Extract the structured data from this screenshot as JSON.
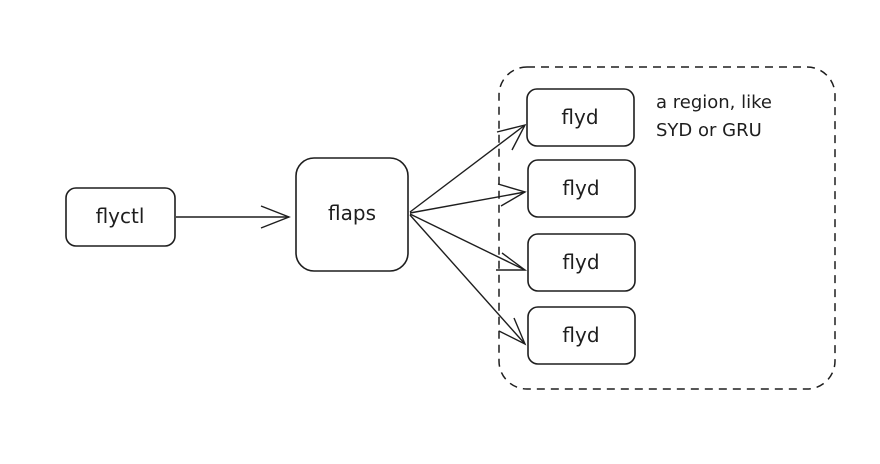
{
  "diagram": {
    "colors": {
      "stroke": "#1e1e1e",
      "background": "#ffffff"
    },
    "nodes": {
      "flyctl": "flyctl",
      "flaps": "flaps",
      "flyd": [
        "flyd",
        "flyd",
        "flyd",
        "flyd"
      ]
    },
    "region": {
      "note_line1": "a region, like",
      "note_line2": "SYD or GRU",
      "style": "dashed"
    },
    "edges": [
      {
        "from": "flyctl",
        "to": "flaps"
      },
      {
        "from": "flaps",
        "to": "flyd-1"
      },
      {
        "from": "flaps",
        "to": "flyd-2"
      },
      {
        "from": "flaps",
        "to": "flyd-3"
      },
      {
        "from": "flaps",
        "to": "flyd-4"
      }
    ]
  }
}
